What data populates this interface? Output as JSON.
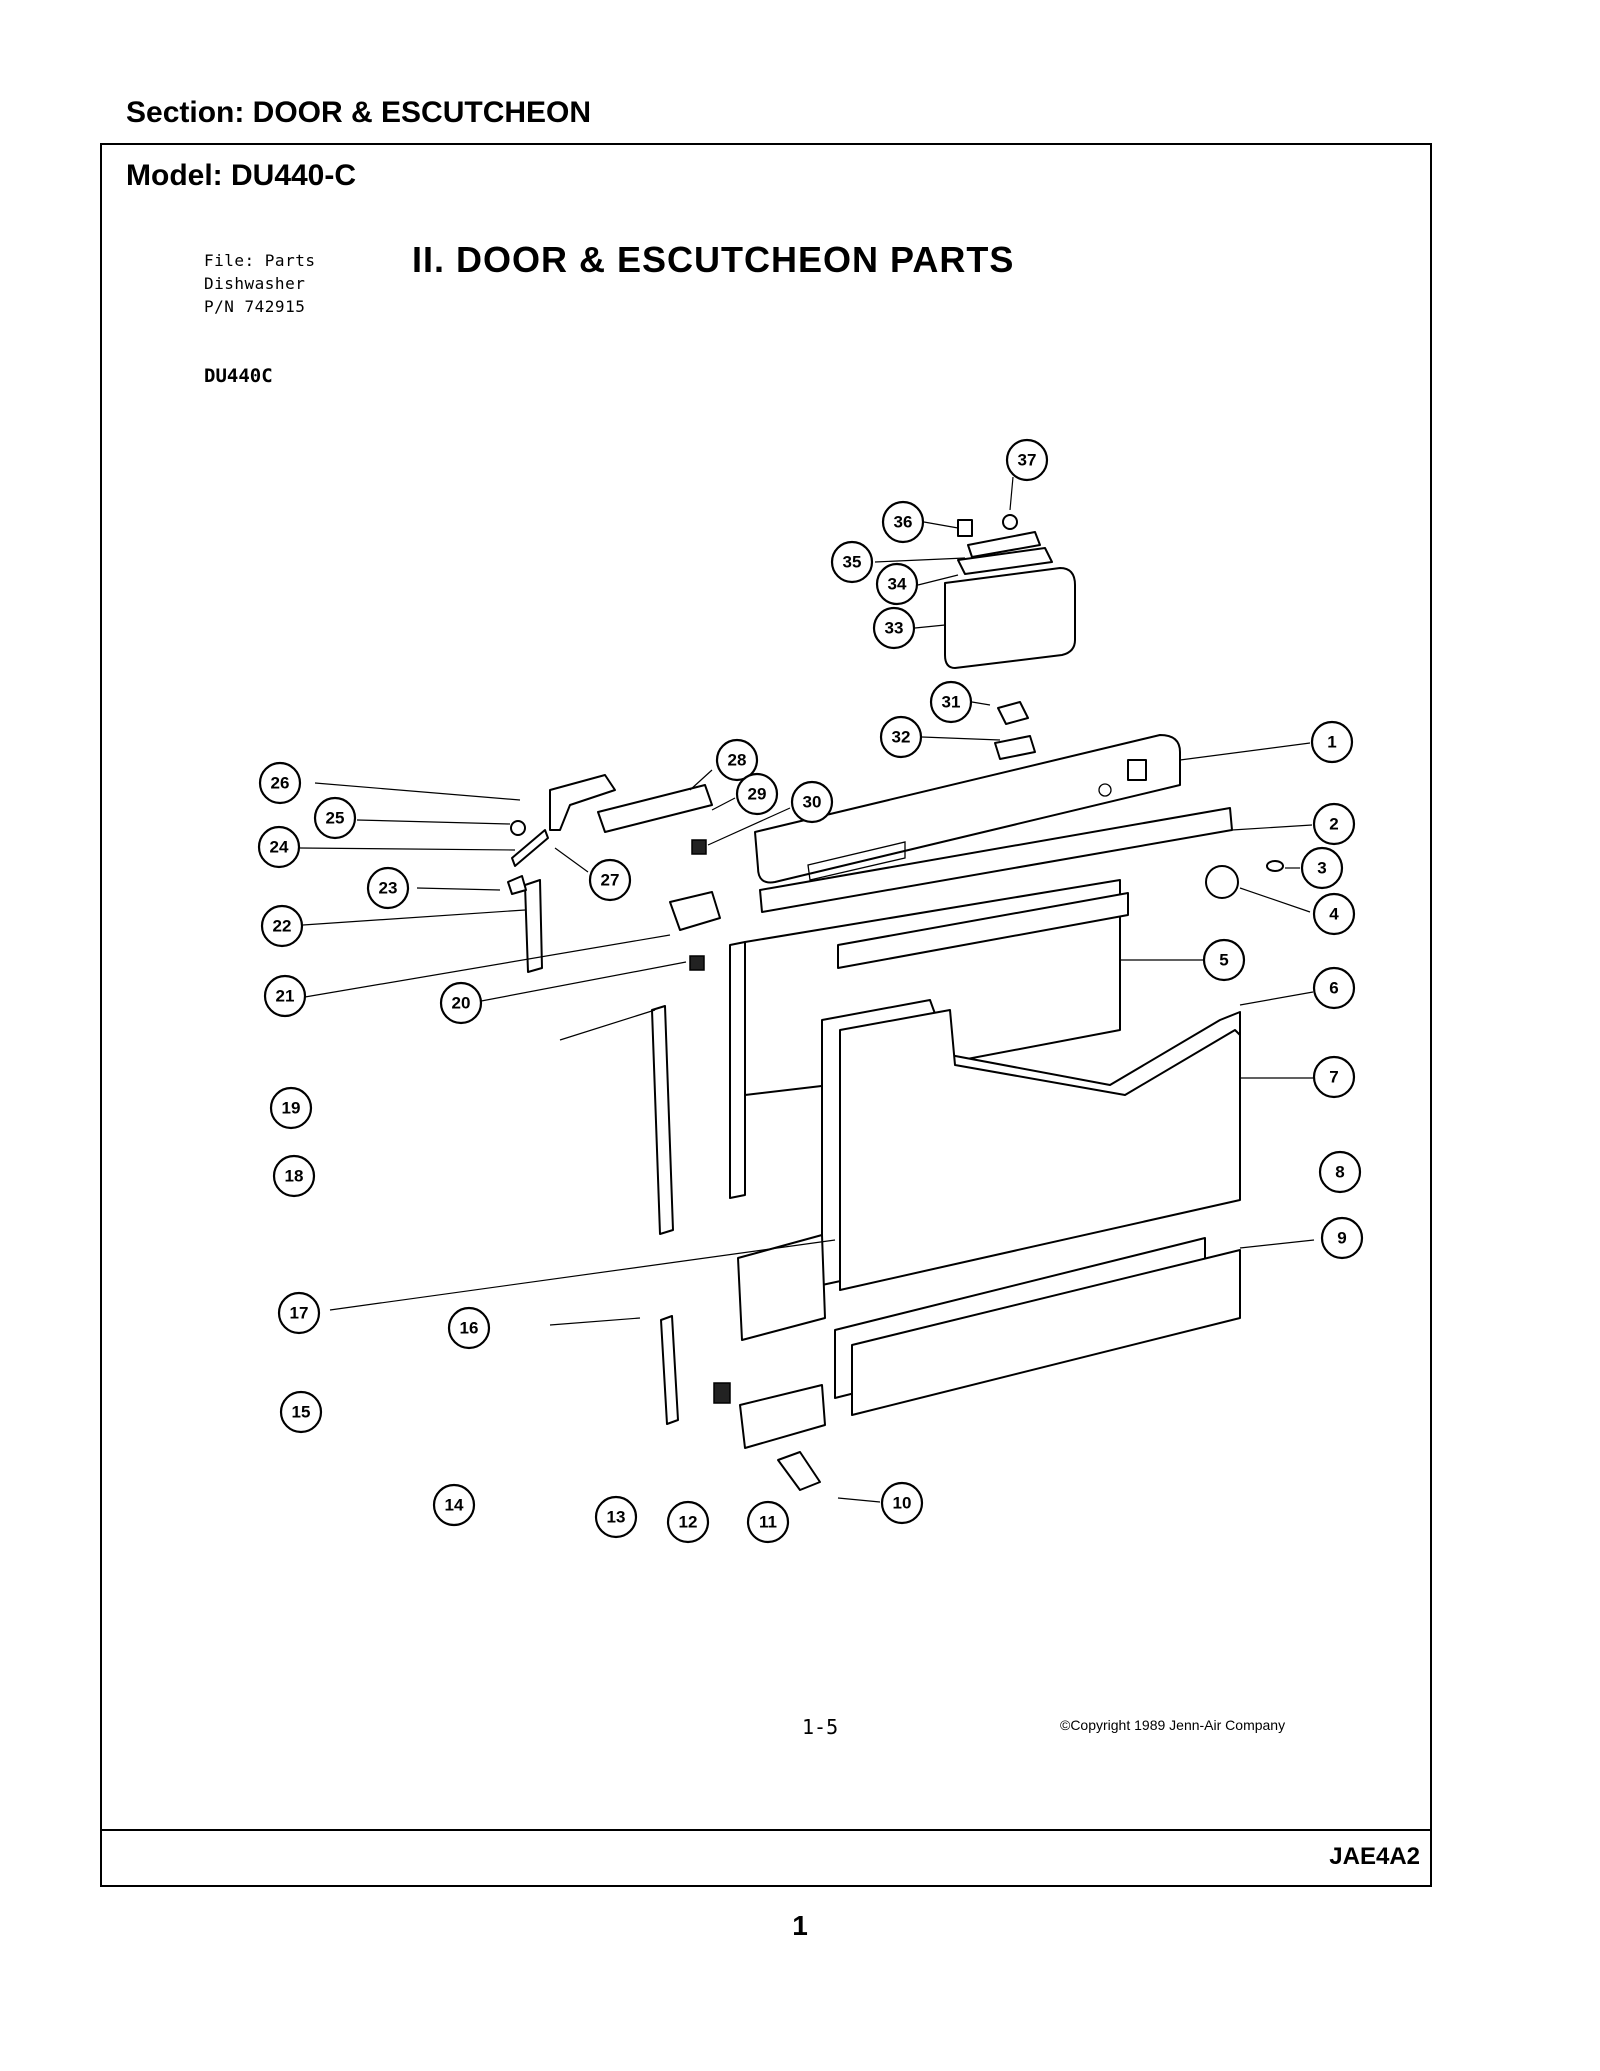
{
  "header": {
    "section": "Section:  DOOR & ESCUTCHEON"
  },
  "frame": {
    "model": "Model:  DU440-C",
    "file_info": [
      "File:  Parts",
      "Dishwasher",
      "P/N 742915"
    ],
    "doc_code": "DU440C",
    "title": "II. DOOR & ESCUTCHEON PARTS",
    "page_ref": "1-5",
    "copyright": "©Copyright 1989 Jenn-Air Company",
    "footer_code": "JAE4A2"
  },
  "page_number": "1",
  "callouts": [
    {
      "id": "callout-1",
      "label": "1"
    },
    {
      "id": "callout-2",
      "label": "2"
    },
    {
      "id": "callout-3",
      "label": "3"
    },
    {
      "id": "callout-4",
      "label": "4"
    },
    {
      "id": "callout-5",
      "label": "5"
    },
    {
      "id": "callout-6",
      "label": "6"
    },
    {
      "id": "callout-7",
      "label": "7"
    },
    {
      "id": "callout-8",
      "label": "8"
    },
    {
      "id": "callout-9",
      "label": "9"
    },
    {
      "id": "callout-10",
      "label": "10"
    },
    {
      "id": "callout-11",
      "label": "11"
    },
    {
      "id": "callout-12",
      "label": "12"
    },
    {
      "id": "callout-13",
      "label": "13"
    },
    {
      "id": "callout-14",
      "label": "14"
    },
    {
      "id": "callout-15",
      "label": "15"
    },
    {
      "id": "callout-16",
      "label": "16"
    },
    {
      "id": "callout-17",
      "label": "17"
    },
    {
      "id": "callout-18",
      "label": "18"
    },
    {
      "id": "callout-19",
      "label": "19"
    },
    {
      "id": "callout-20",
      "label": "20"
    },
    {
      "id": "callout-21",
      "label": "21"
    },
    {
      "id": "callout-22",
      "label": "22"
    },
    {
      "id": "callout-23",
      "label": "23"
    },
    {
      "id": "callout-24",
      "label": "24"
    },
    {
      "id": "callout-25",
      "label": "25"
    },
    {
      "id": "callout-26",
      "label": "26"
    },
    {
      "id": "callout-27",
      "label": "27"
    },
    {
      "id": "callout-28",
      "label": "28"
    },
    {
      "id": "callout-29",
      "label": "29"
    },
    {
      "id": "callout-30",
      "label": "30"
    },
    {
      "id": "callout-31",
      "label": "31"
    },
    {
      "id": "callout-32",
      "label": "32"
    },
    {
      "id": "callout-33",
      "label": "33"
    },
    {
      "id": "callout-34",
      "label": "34"
    },
    {
      "id": "callout-35",
      "label": "35"
    },
    {
      "id": "callout-36",
      "label": "36"
    },
    {
      "id": "callout-37",
      "label": "37"
    }
  ]
}
